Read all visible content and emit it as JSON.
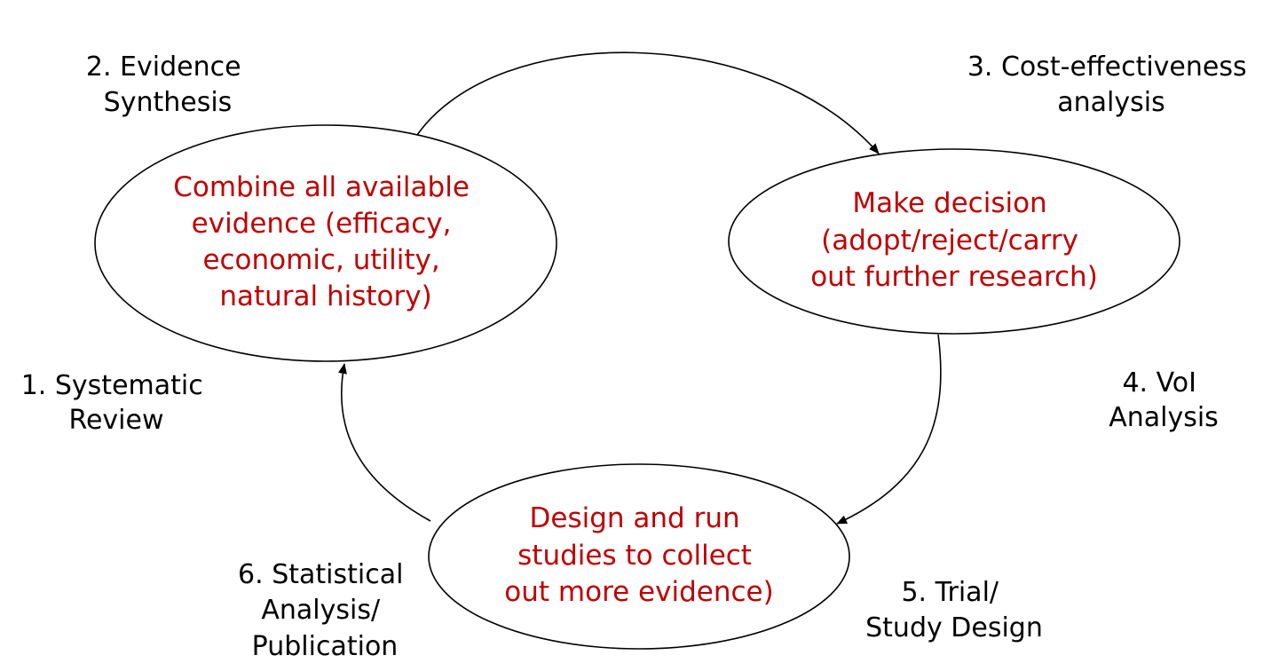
{
  "colors": {
    "node_text": "#c00000",
    "label_text": "#000000",
    "line": "#000000",
    "background": "#ffffff"
  },
  "nodes": {
    "combine": {
      "lines": [
        "Combine all available",
        "evidence (efficacy,",
        "economic, utility,",
        "natural history)"
      ]
    },
    "decision": {
      "lines": [
        "Make decision",
        "(adopt/reject/carry",
        "out further research)"
      ]
    },
    "studies": {
      "lines": [
        "Design and run",
        "studies to collect",
        "out more evidence)"
      ]
    }
  },
  "labels": {
    "step1": [
      "1. Systematic",
      "Review"
    ],
    "step2": [
      "2. Evidence",
      "Synthesis"
    ],
    "step3": [
      "3. Cost-effectiveness",
      "analysis"
    ],
    "step4": [
      "4. VoI",
      "Analysis"
    ],
    "step5": [
      "5. Trial/",
      "Study Design"
    ],
    "step6": [
      "6. Statistical",
      "Analysis/",
      "Publication"
    ]
  },
  "edges": [
    {
      "from": "combine",
      "to": "decision"
    },
    {
      "from": "decision",
      "to": "studies"
    },
    {
      "from": "studies",
      "to": "combine"
    }
  ]
}
